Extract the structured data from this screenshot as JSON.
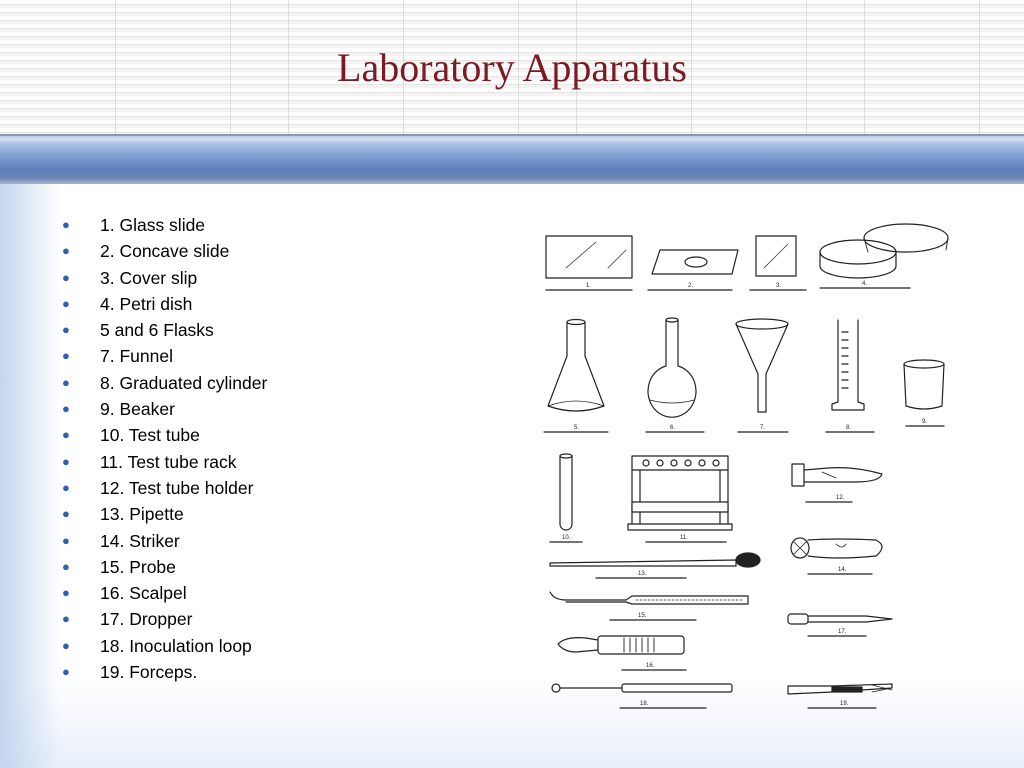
{
  "slide": {
    "title": "Laboratory Apparatus",
    "accent_title_color": "#7a1a22",
    "bullet_color": "#2e5fb6"
  },
  "items": [
    "1. Glass slide",
    "2. Concave slide",
    "3. Cover slip",
    "4. Petri dish",
    "5 and 6 Flasks",
    "7. Funnel",
    "8. Graduated cylinder",
    "9. Beaker",
    "10. Test tube",
    "11. Test tube rack",
    "12. Test tube holder",
    "13. Pipette",
    "14. Striker",
    "15. Probe",
    "16. Scalpel",
    "17. Dropper",
    "18. Inoculation loop",
    "19. Forceps."
  ],
  "illustration": {
    "labels": [
      "1.",
      "2.",
      "3.",
      "4.",
      "5.",
      "6.",
      "7.",
      "8.",
      "9.",
      "10.",
      "11.",
      "12.",
      "13.",
      "14.",
      "15.",
      "16.",
      "17.",
      "18.",
      "19."
    ]
  }
}
